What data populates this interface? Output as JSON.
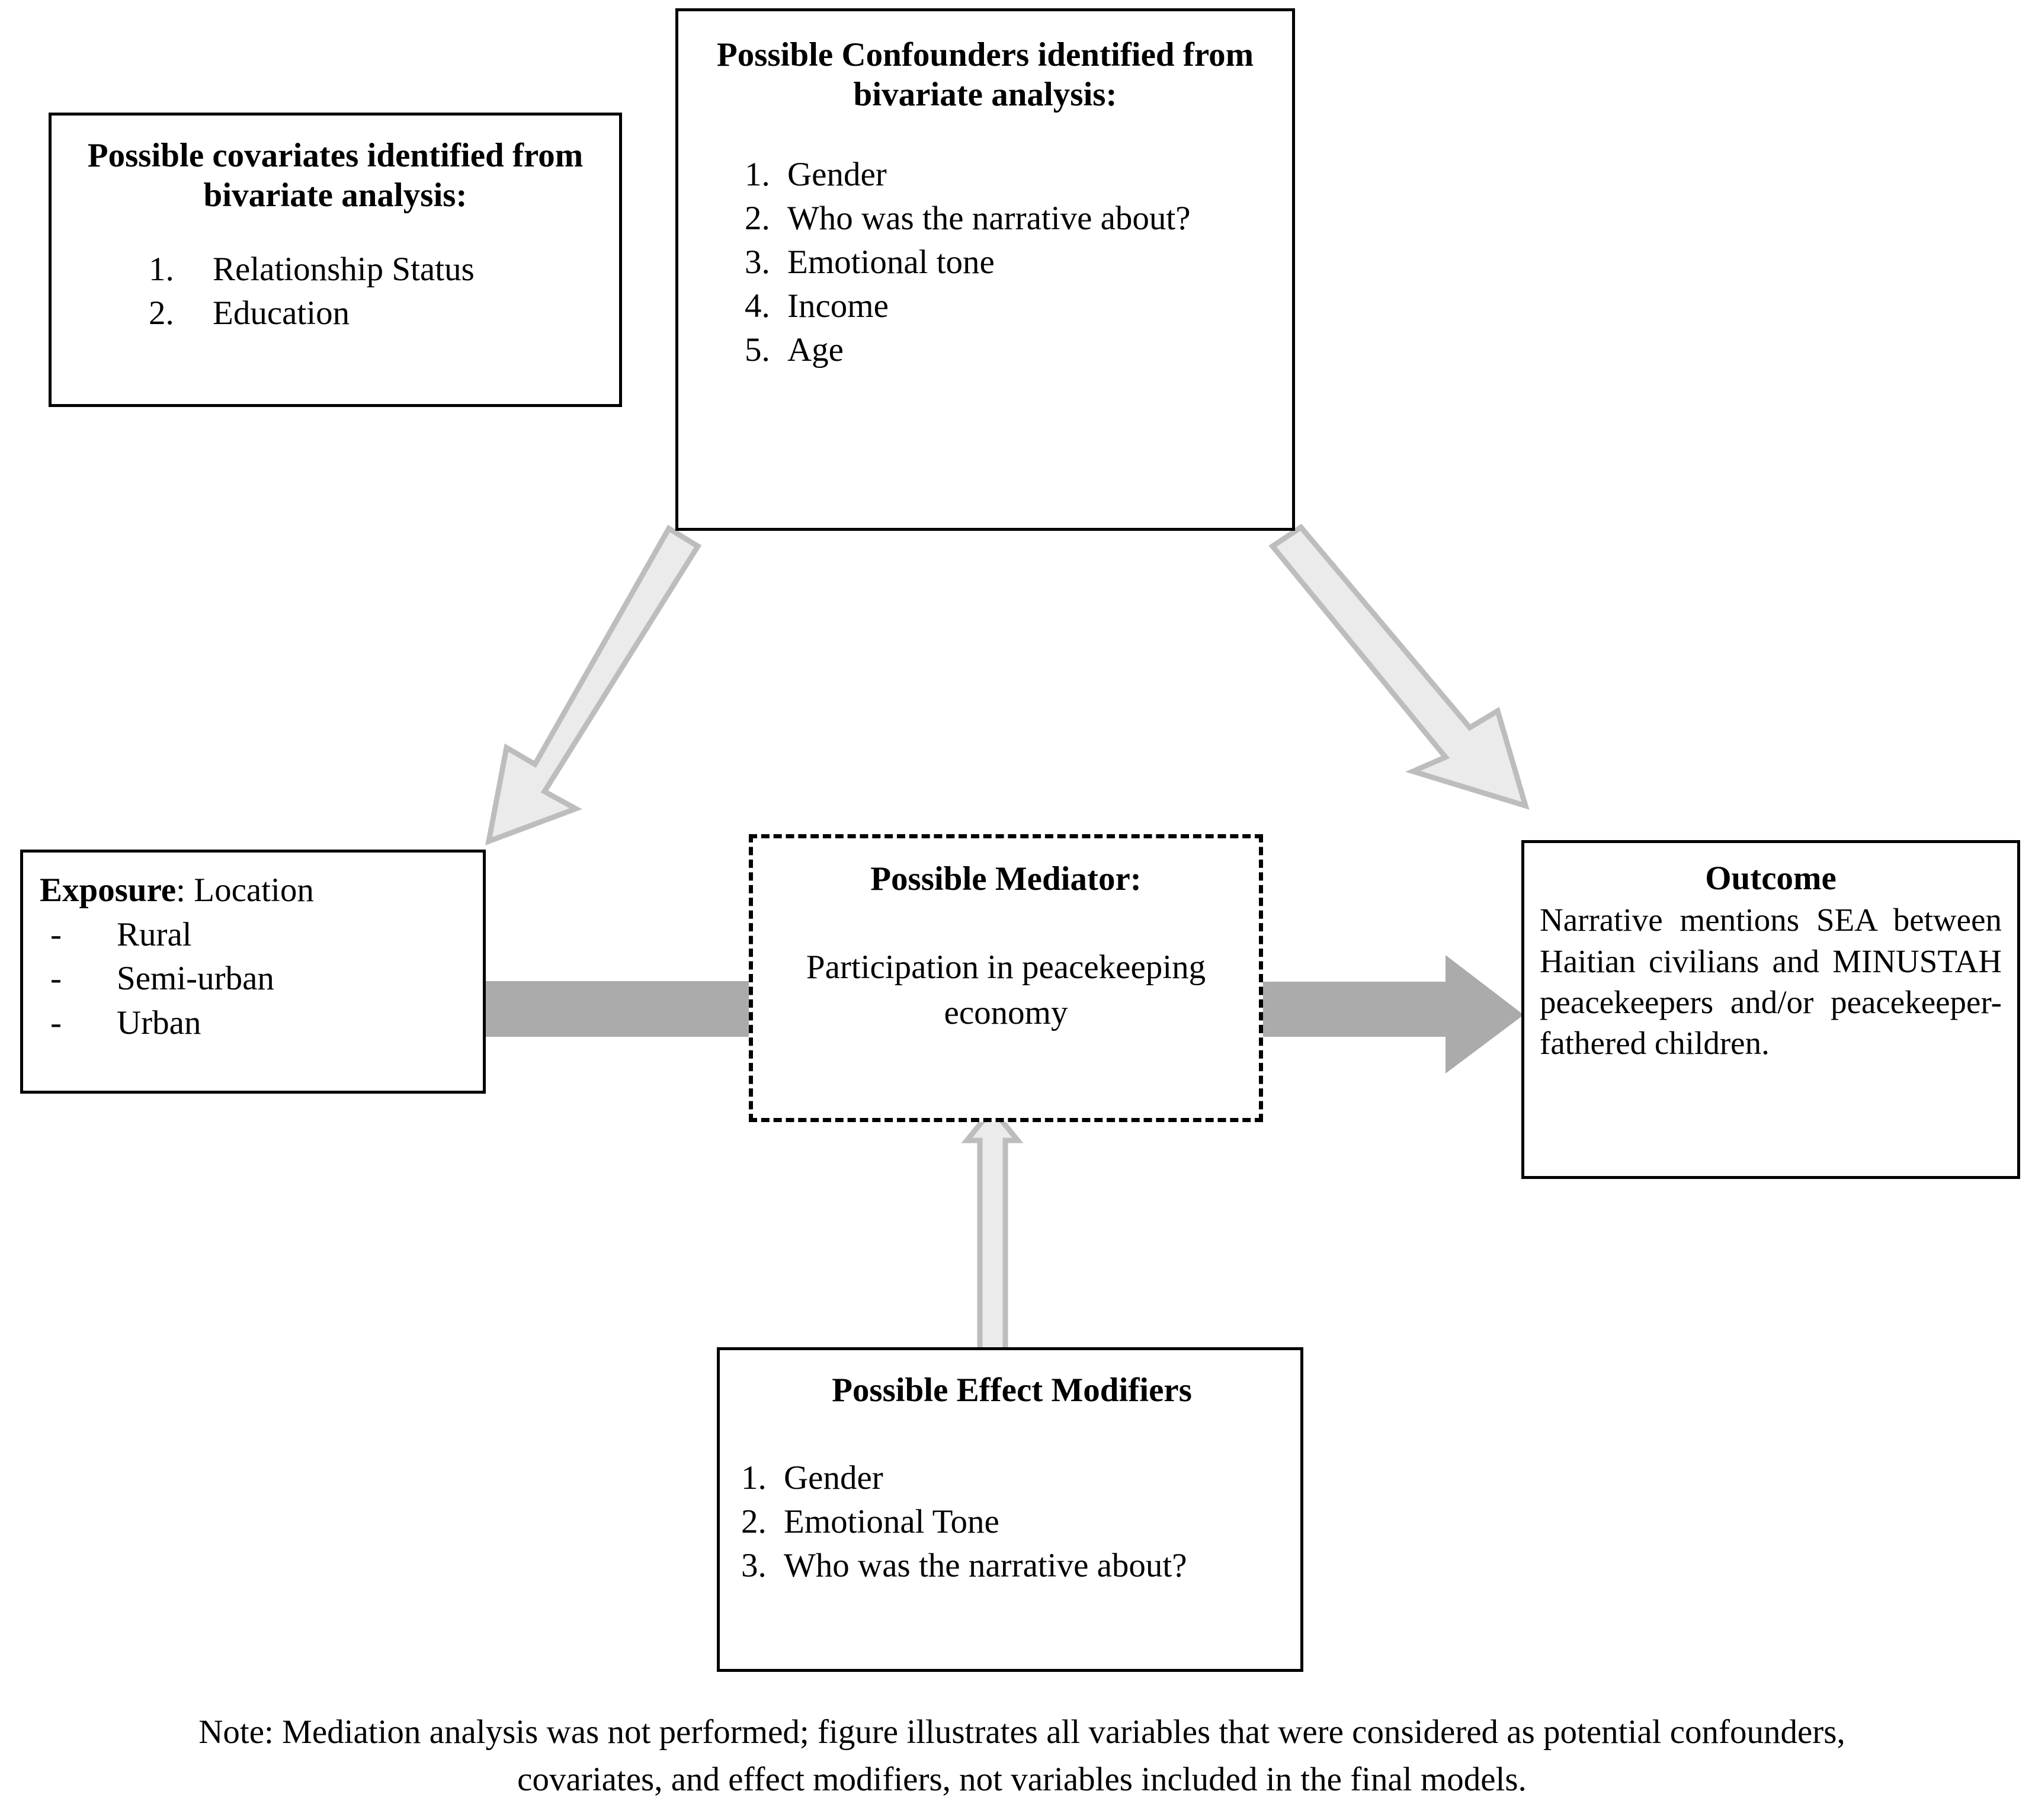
{
  "figure": {
    "type": "conceptual-framework-diagram",
    "note": "Note: Mediation analysis was not performed; figure illustrates all variables that were considered as potential confounders, covariates, and effect modifiers, not variables included in the final models."
  },
  "covariates": {
    "title": "Possible covariates identified from bivariate analysis:",
    "items": [
      "Relationship Status",
      "Education"
    ]
  },
  "confounders": {
    "title": "Possible Confounders identified from bivariate analysis:",
    "items": [
      "Gender",
      "Who was the narrative about?",
      "Emotional tone",
      "Income",
      "Age"
    ]
  },
  "exposure": {
    "label": "Exposure",
    "separator": ": ",
    "value": "Location",
    "items": [
      "Rural",
      "Semi-urban",
      "Urban"
    ]
  },
  "mediator": {
    "title": "Possible Mediator:",
    "body": "Participation in peacekeeping economy"
  },
  "outcome": {
    "title": "Outcome",
    "body": "Narrative mentions SEA between Haitian civilians and MINUSTAH peacekeepers and/or peacekeeper-fathered children."
  },
  "modifiers": {
    "title": "Possible Effect Modifiers",
    "items": [
      "Gender",
      "Emotional Tone",
      "Who was the narrative about?"
    ]
  },
  "arrows": [
    {
      "name": "confounders-to-exposure",
      "style": "diagonal-outline-arrow",
      "direction": "down-left",
      "from": "confounders",
      "to": "exposure"
    },
    {
      "name": "confounders-to-outcome",
      "style": "diagonal-outline-arrow",
      "direction": "down-right",
      "from": "confounders",
      "to": "outcome"
    },
    {
      "name": "exposure-to-mediator",
      "style": "flat-bar",
      "direction": "right",
      "from": "exposure",
      "to": "mediator"
    },
    {
      "name": "mediator-to-outcome",
      "style": "block-arrow",
      "direction": "right",
      "from": "mediator",
      "to": "outcome"
    },
    {
      "name": "modifiers-to-mediator",
      "style": "outline-block-arrow",
      "direction": "up",
      "from": "modifiers",
      "to": "mediator"
    }
  ],
  "colors": {
    "box_border": "#000000",
    "background": "#ffffff",
    "text": "#000000",
    "light_arrow_fill": "#ebebeb",
    "light_arrow_stroke": "#bfbfbf",
    "solid_arrow_fill": "#ababab"
  }
}
